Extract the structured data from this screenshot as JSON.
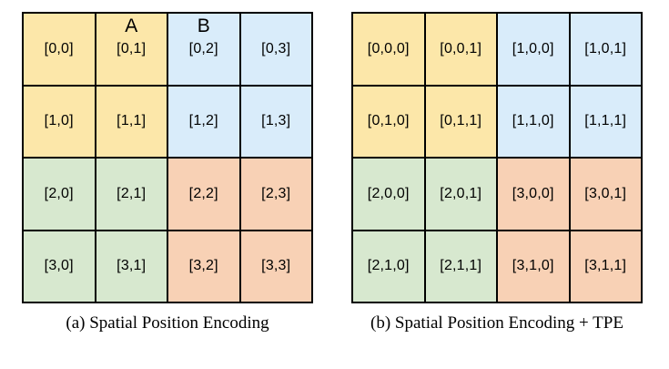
{
  "figure": {
    "colors": {
      "yellow": "#FCE7A9",
      "blue": "#D9ECFA",
      "green": "#D7E8CF",
      "salmon": "#F8D1B5",
      "line": "#000000",
      "background": "#FFFFFF"
    },
    "panels": [
      {
        "id": "a",
        "caption": "(a) Spatial Position Encoding",
        "rows": [
          [
            {
              "label": "[0,0]",
              "color": "yellow"
            },
            {
              "label": "[0,1]",
              "color": "yellow",
              "tag": "A"
            },
            {
              "label": "[0,2]",
              "color": "blue",
              "tag": "B"
            },
            {
              "label": "[0,3]",
              "color": "blue"
            }
          ],
          [
            {
              "label": "[1,0]",
              "color": "yellow"
            },
            {
              "label": "[1,1]",
              "color": "yellow"
            },
            {
              "label": "[1,2]",
              "color": "blue"
            },
            {
              "label": "[1,3]",
              "color": "blue"
            }
          ],
          [
            {
              "label": "[2,0]",
              "color": "green"
            },
            {
              "label": "[2,1]",
              "color": "green"
            },
            {
              "label": "[2,2]",
              "color": "salmon"
            },
            {
              "label": "[2,3]",
              "color": "salmon"
            }
          ],
          [
            {
              "label": "[3,0]",
              "color": "green"
            },
            {
              "label": "[3,1]",
              "color": "green"
            },
            {
              "label": "[3,2]",
              "color": "salmon"
            },
            {
              "label": "[3,3]",
              "color": "salmon"
            }
          ]
        ]
      },
      {
        "id": "b",
        "caption": "(b) Spatial Position Encoding + TPE",
        "rows": [
          [
            {
              "label": "[0,0,0]",
              "color": "yellow"
            },
            {
              "label": "[0,0,1]",
              "color": "yellow"
            },
            {
              "label": "[1,0,0]",
              "color": "blue"
            },
            {
              "label": "[1,0,1]",
              "color": "blue"
            }
          ],
          [
            {
              "label": "[0,1,0]",
              "color": "yellow"
            },
            {
              "label": "[0,1,1]",
              "color": "yellow"
            },
            {
              "label": "[1,1,0]",
              "color": "blue"
            },
            {
              "label": "[1,1,1]",
              "color": "blue"
            }
          ],
          [
            {
              "label": "[2,0,0]",
              "color": "green"
            },
            {
              "label": "[2,0,1]",
              "color": "green"
            },
            {
              "label": "[3,0,0]",
              "color": "salmon"
            },
            {
              "label": "[3,0,1]",
              "color": "salmon"
            }
          ],
          [
            {
              "label": "[2,1,0]",
              "color": "green"
            },
            {
              "label": "[2,1,1]",
              "color": "green"
            },
            {
              "label": "[3,1,0]",
              "color": "salmon"
            },
            {
              "label": "[3,1,1]",
              "color": "salmon"
            }
          ]
        ]
      }
    ]
  }
}
